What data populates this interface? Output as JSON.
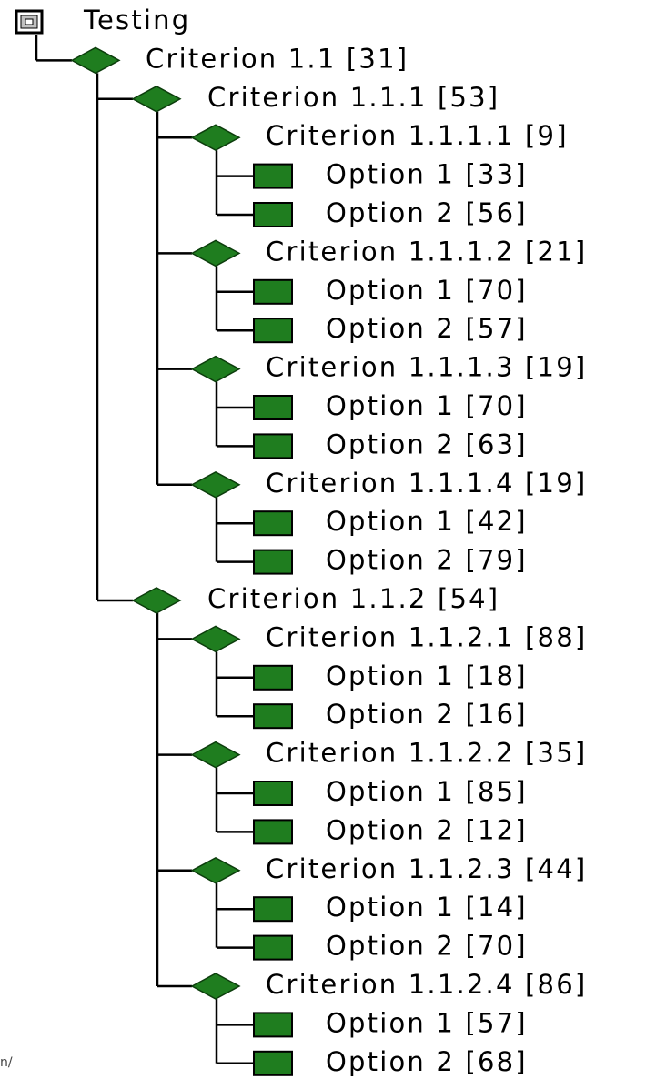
{
  "root": {
    "label": "Testing",
    "icon": "window-icon"
  },
  "stray_text": "n/",
  "colors": {
    "node_fill": "#1f7d1f",
    "node_stroke": "#0c3d0c",
    "line": "#000000"
  },
  "tree": {
    "label": "Criterion 1.1 [31]",
    "children": [
      {
        "label": "Criterion 1.1.1 [53]",
        "children": [
          {
            "label": "Criterion 1.1.1.1 [9]",
            "options": [
              "Option 1 [33]",
              "Option 2 [56]"
            ]
          },
          {
            "label": "Criterion 1.1.1.2 [21]",
            "options": [
              "Option 1 [70]",
              "Option 2 [57]"
            ]
          },
          {
            "label": "Criterion 1.1.1.3 [19]",
            "options": [
              "Option 1 [70]",
              "Option 2 [63]"
            ]
          },
          {
            "label": "Criterion 1.1.1.4 [19]",
            "options": [
              "Option 1 [42]",
              "Option 2 [79]"
            ]
          }
        ]
      },
      {
        "label": "Criterion 1.1.2 [54]",
        "children": [
          {
            "label": "Criterion 1.1.2.1 [88]",
            "options": [
              "Option 1 [18]",
              "Option 2 [16]"
            ]
          },
          {
            "label": "Criterion 1.1.2.2 [35]",
            "options": [
              "Option 1 [85]",
              "Option 2 [12]"
            ]
          },
          {
            "label": "Criterion 1.1.2.3 [44]",
            "options": [
              "Option 1 [14]",
              "Option 2 [70]"
            ]
          },
          {
            "label": "Criterion 1.1.2.4 [86]",
            "options": [
              "Option 1 [57]",
              "Option 2 [68]"
            ]
          }
        ]
      }
    ]
  }
}
